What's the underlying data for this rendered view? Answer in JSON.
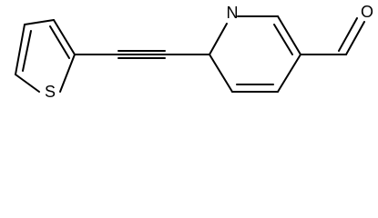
{
  "molecule": {
    "atoms": {
      "nitrogen": "N",
      "oxygen": "O",
      "sulfur": "S"
    }
  }
}
